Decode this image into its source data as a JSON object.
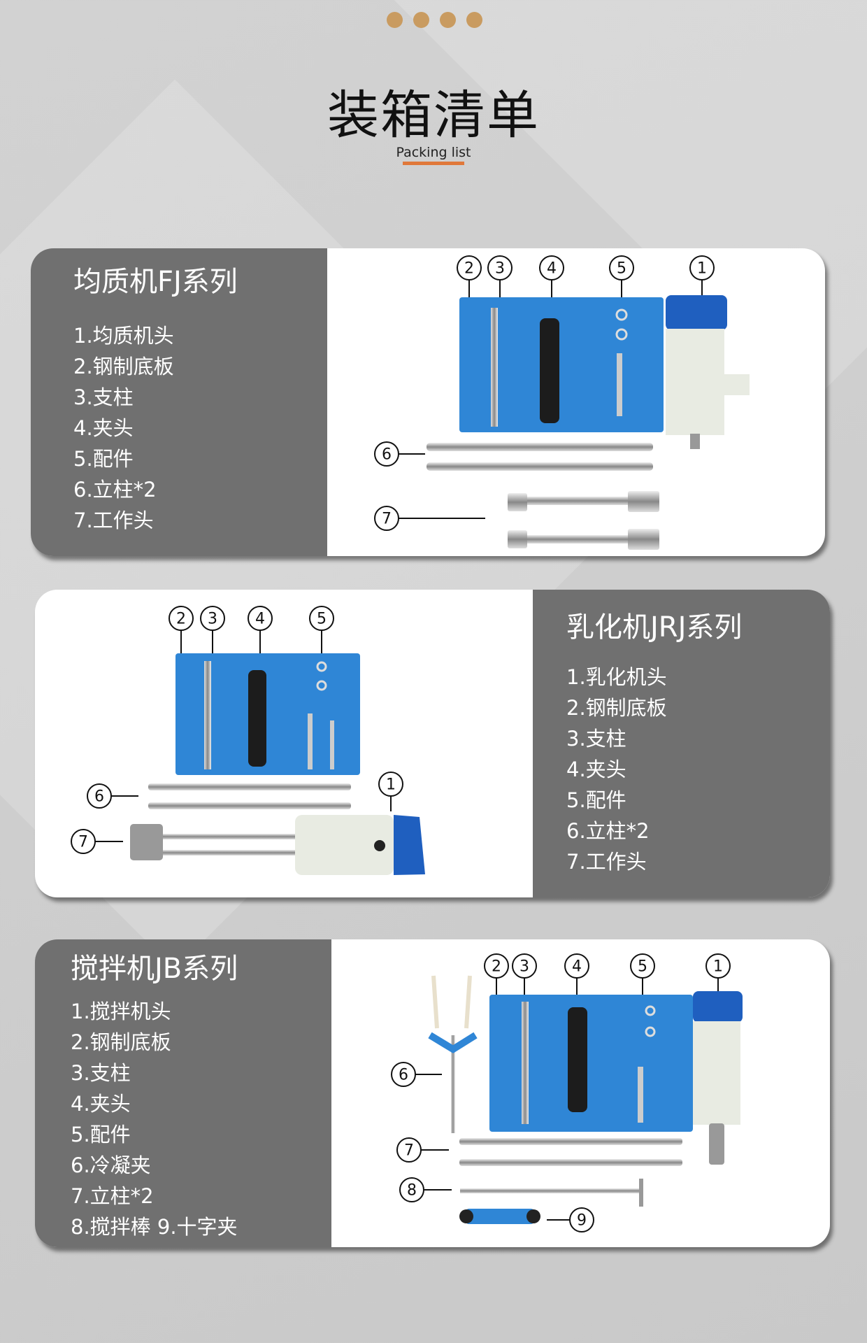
{
  "header": {
    "title": "装箱清单",
    "subtitle": "Packing list"
  },
  "colors": {
    "dots": "#c99b60",
    "underline": "#e0783a",
    "panel": "#707070",
    "board": "#2f86d6"
  },
  "cards": [
    {
      "title": "均质机FJ系列",
      "items": [
        "1.均质机头",
        "2.钢制底板",
        "3.支柱",
        "4.夹头",
        "5.配件",
        "6.立柱*2",
        "7.工作头"
      ]
    },
    {
      "title": "乳化机JRJ系列",
      "items": [
        "1.乳化机头",
        "2.钢制底板",
        "3.支柱",
        "4.夹头",
        "5.配件",
        "6.立柱*2",
        "7.工作头"
      ]
    },
    {
      "title": "搅拌机JB系列",
      "items": [
        "1.搅拌机头",
        "2.钢制底板",
        "3.支柱",
        "4.夹头",
        "5.配件",
        "6.冷凝夹",
        "7.立柱*2",
        "8.搅拌棒 9.十字夹"
      ]
    }
  ],
  "labels": {
    "n1": "1",
    "n2": "2",
    "n3": "3",
    "n4": "4",
    "n5": "5",
    "n6": "6",
    "n7": "7",
    "n8": "8",
    "n9": "9"
  }
}
